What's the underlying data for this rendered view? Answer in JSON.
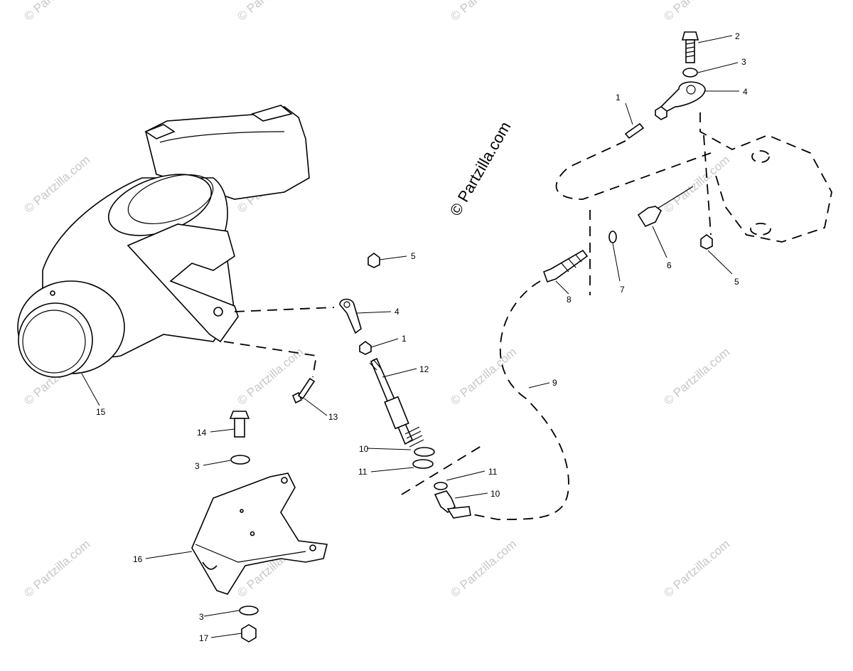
{
  "watermark": {
    "text": "© Partzilla.com",
    "center_text": "© Partzilla.com"
  },
  "callouts": {
    "top_right": {
      "c1": "1",
      "c2": "2",
      "c3": "3",
      "c4": "4",
      "c5": "5",
      "c6": "6",
      "c7": "7",
      "c8": "8",
      "c9": "9"
    },
    "center": {
      "c5": "5",
      "c4": "4",
      "c1": "1",
      "c12": "12",
      "c13": "13",
      "c10a": "10",
      "c11a": "11",
      "c11b": "11",
      "c10b": "10"
    },
    "left": {
      "c15": "15",
      "c14": "14",
      "c3a": "3",
      "c16": "16",
      "c3b": "3",
      "c17": "17"
    }
  }
}
